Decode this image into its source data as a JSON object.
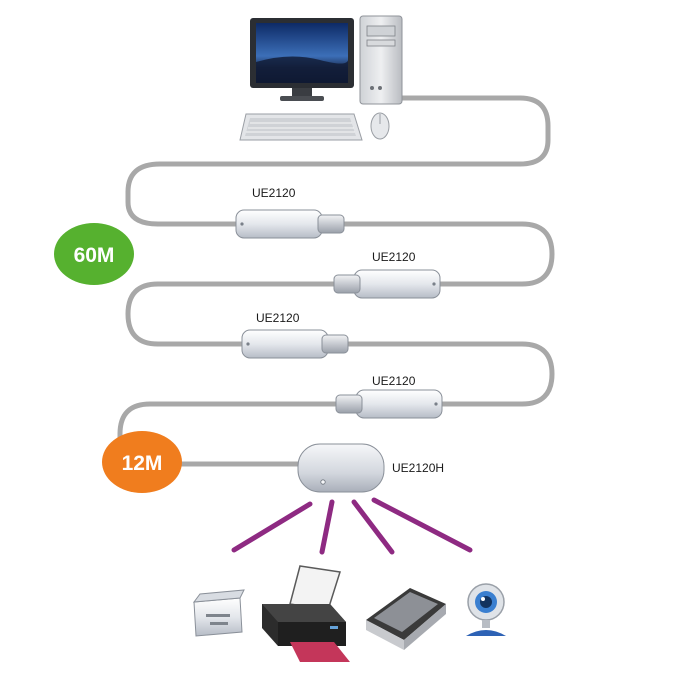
{
  "diagram": {
    "badges": [
      {
        "text": "60M",
        "color": "#56b12f"
      },
      {
        "text": "12M",
        "color": "#f07d1e"
      }
    ],
    "extenders": [
      {
        "label": "UE2120"
      },
      {
        "label": "UE2120"
      },
      {
        "label": "UE2120"
      },
      {
        "label": "UE2120"
      }
    ],
    "hub": {
      "label": "UE2120H"
    },
    "devices": [
      "card-reader-icon",
      "printer-icon",
      "scanner-icon",
      "webcam-icon"
    ],
    "colors": {
      "cable": "#a8a8a8",
      "device_links": "#8e2a82"
    }
  }
}
